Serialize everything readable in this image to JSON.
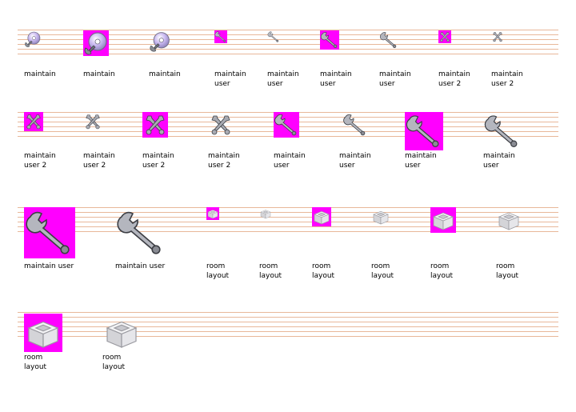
{
  "sheet": {
    "rows": [
      {
        "items": [
          {
            "icon": "maintain-cd-icon",
            "label_lines": [
              "maintain"
            ]
          },
          {
            "icon": "maintain-cd-icon",
            "label_lines": [
              "maintain"
            ]
          },
          {
            "icon": "maintain-cd-icon",
            "label_lines": [
              "maintain"
            ]
          },
          {
            "icon": "wrench-icon",
            "label_lines": [
              "maintain",
              "user"
            ]
          },
          {
            "icon": "wrench-icon",
            "label_lines": [
              "maintain",
              "user"
            ]
          },
          {
            "icon": "wrench-icon",
            "label_lines": [
              "maintain",
              "user"
            ]
          },
          {
            "icon": "wrench-icon",
            "label_lines": [
              "maintain",
              "user"
            ]
          },
          {
            "icon": "crossed-wrenches-icon",
            "label_lines": [
              "maintain",
              "user 2"
            ]
          },
          {
            "icon": "crossed-wrenches-icon",
            "label_lines": [
              "maintain",
              "user 2"
            ]
          }
        ]
      },
      {
        "items": [
          {
            "icon": "crossed-wrenches-icon",
            "label_lines": [
              "maintain",
              "user 2"
            ]
          },
          {
            "icon": "crossed-wrenches-icon",
            "label_lines": [
              "maintain",
              "user 2"
            ]
          },
          {
            "icon": "crossed-wrenches-icon",
            "label_lines": [
              "maintain",
              "user 2"
            ]
          },
          {
            "icon": "crossed-wrenches-icon",
            "label_lines": [
              "maintain",
              "user 2"
            ]
          },
          {
            "icon": "wrench-icon",
            "label_lines": [
              "maintain",
              "user"
            ]
          },
          {
            "icon": "wrench-icon",
            "label_lines": [
              "maintain",
              "user"
            ]
          },
          {
            "icon": "wrench-icon",
            "label_lines": [
              "maintain",
              "user"
            ]
          },
          {
            "icon": "wrench-icon",
            "label_lines": [
              "maintain",
              "user"
            ]
          }
        ]
      },
      {
        "items": [
          {
            "icon": "wrench-icon",
            "label_lines": [
              "maintain user"
            ]
          },
          {
            "icon": "wrench-icon",
            "label_lines": [
              "maintain user"
            ]
          },
          {
            "icon": "room-layout-icon",
            "label_lines": [
              "room",
              "layout"
            ]
          },
          {
            "icon": "room-layout-icon",
            "label_lines": [
              "room",
              "layout"
            ]
          },
          {
            "icon": "room-layout-icon",
            "label_lines": [
              "room",
              "layout"
            ]
          },
          {
            "icon": "room-layout-icon",
            "label_lines": [
              "room",
              "layout"
            ]
          },
          {
            "icon": "room-layout-icon",
            "label_lines": [
              "room",
              "layout"
            ]
          },
          {
            "icon": "room-layout-icon",
            "label_lines": [
              "room",
              "layout"
            ]
          }
        ]
      },
      {
        "items": [
          {
            "icon": "room-layout-icon",
            "label_lines": [
              "room",
              "layout"
            ]
          },
          {
            "icon": "room-layout-icon",
            "label_lines": [
              "room",
              "layout"
            ]
          }
        ]
      }
    ]
  },
  "colors": {
    "magenta_bg": "#ff00ff",
    "rule": "#e8b89a"
  }
}
